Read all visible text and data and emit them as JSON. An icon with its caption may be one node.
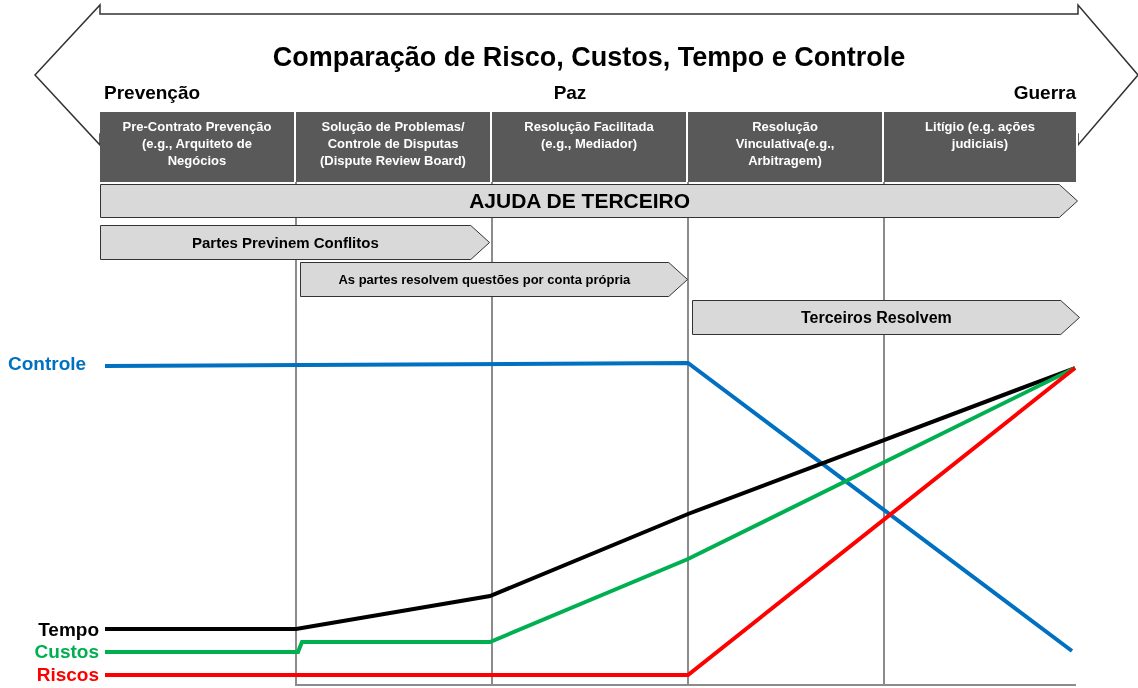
{
  "diagram": {
    "title": "Comparação de Risco, Custos, Tempo e Controle",
    "nodes": [
      {
        "text": [
          "Pre-Contrato Prevenção (e.g., Arquiteto de Negócios"
        ]
      },
      {
        "text": [
          "Solução de Problemas/ Controle de Disputas (Dispute Review Board)"
        ]
      },
      {
        "text": [
          "Resolução Facilitada (e.g., Mediador)"
        ]
      },
      {
        "text": [
          "Resolução Vinculativa(e.g., Arbitragem)"
        ]
      },
      {
        "text": [
          "Litígio (e.g. ações judiciais)"
        ]
      },
      {
        "text": [
          "AJUDA DE TERCEIRO"
        ]
      },
      {
        "text": [
          "Partes Previnem Conflitos"
        ]
      },
      {
        "text": [
          "As partes resolvem questões por conta própria"
        ]
      },
      {
        "text": [
          "Terceiros Resolvem"
        ]
      }
    ],
    "labels": [
      "Prevenção",
      "Paz",
      "Guerra"
    ],
    "legend": [
      {
        "text": "Controle",
        "color": "#0070c0"
      },
      {
        "text": "Tempo",
        "color": "#000000"
      },
      {
        "text": "Custos",
        "color": "#00b050"
      },
      {
        "text": "Riscos",
        "color": "#ff0000"
      }
    ]
  }
}
